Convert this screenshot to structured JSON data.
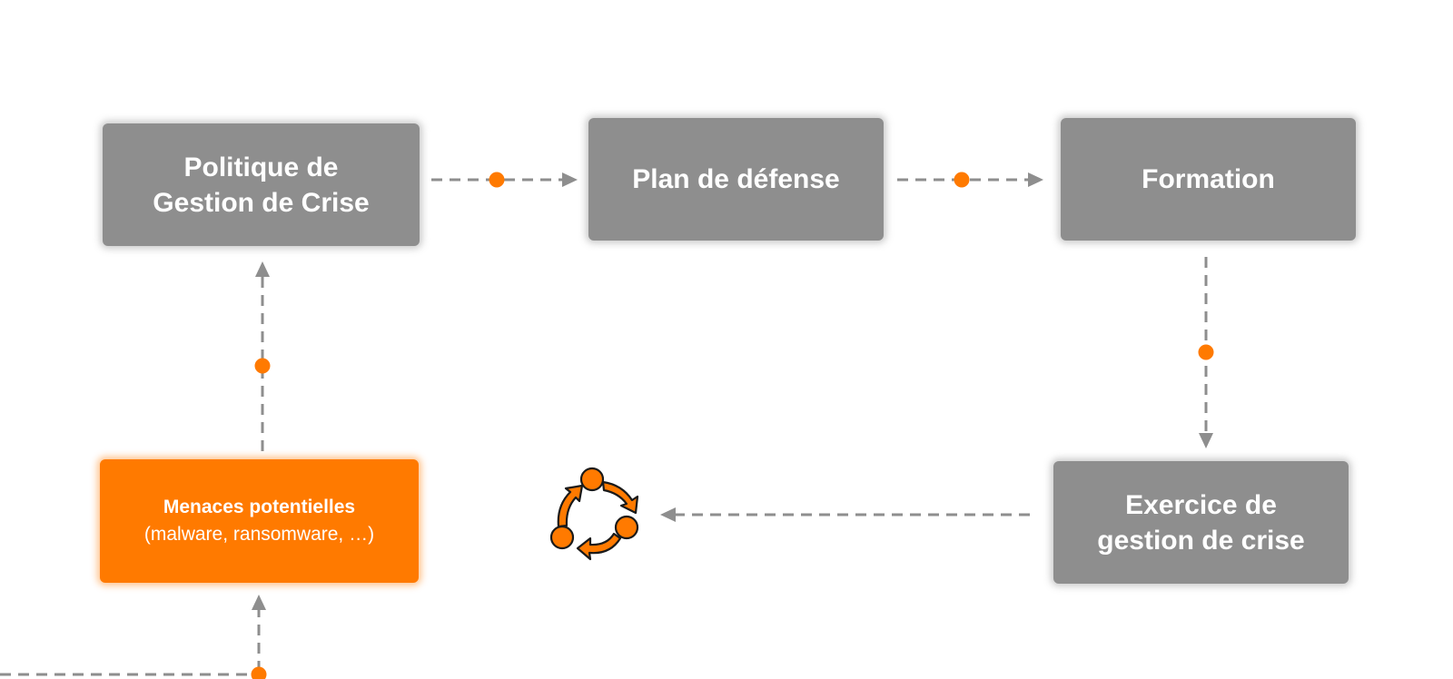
{
  "nodes": {
    "politique": {
      "line1": "Politique de",
      "line2": "Gestion de Crise"
    },
    "plan": {
      "label": "Plan de défense"
    },
    "formation": {
      "label": "Formation"
    },
    "exercice": {
      "line1": "Exercice de",
      "line2": "gestion de crise"
    },
    "menaces": {
      "title": "Menaces potentielles",
      "subtitle": "(malware, ransomware, …)"
    }
  },
  "icons": {
    "cycle": "cycle-icon"
  },
  "colors": {
    "box_gray": "#8e8e8e",
    "box_orange": "#ff7a00",
    "connector": "#8e8e8e",
    "dot": "#ff7a00",
    "text": "#ffffff"
  }
}
